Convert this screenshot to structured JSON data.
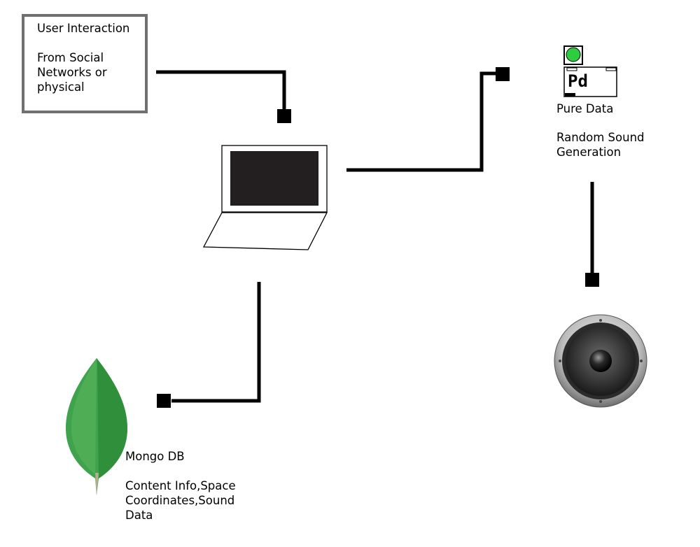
{
  "nodes": {
    "user_interaction": {
      "title": "User Interaction",
      "description": "From Social\nNetworks or\nphysical"
    },
    "pure_data": {
      "logo_text": "Pd",
      "title": "Pure Data",
      "description": "Random Sound\nGeneration"
    },
    "mongo_db": {
      "title": "Mongo DB",
      "description": "Content Info,Space\nCoordinates,Sound\nData"
    }
  },
  "icons": [
    "laptop-icon",
    "pure-data-logo-icon",
    "mongodb-leaf-icon",
    "speaker-icon"
  ],
  "colors": {
    "box_border": "#707070",
    "connector": "#000000",
    "pd_indicator": "#2ecc40",
    "leaf_light": "#5cb85c",
    "leaf_dark": "#2f8f3a"
  }
}
